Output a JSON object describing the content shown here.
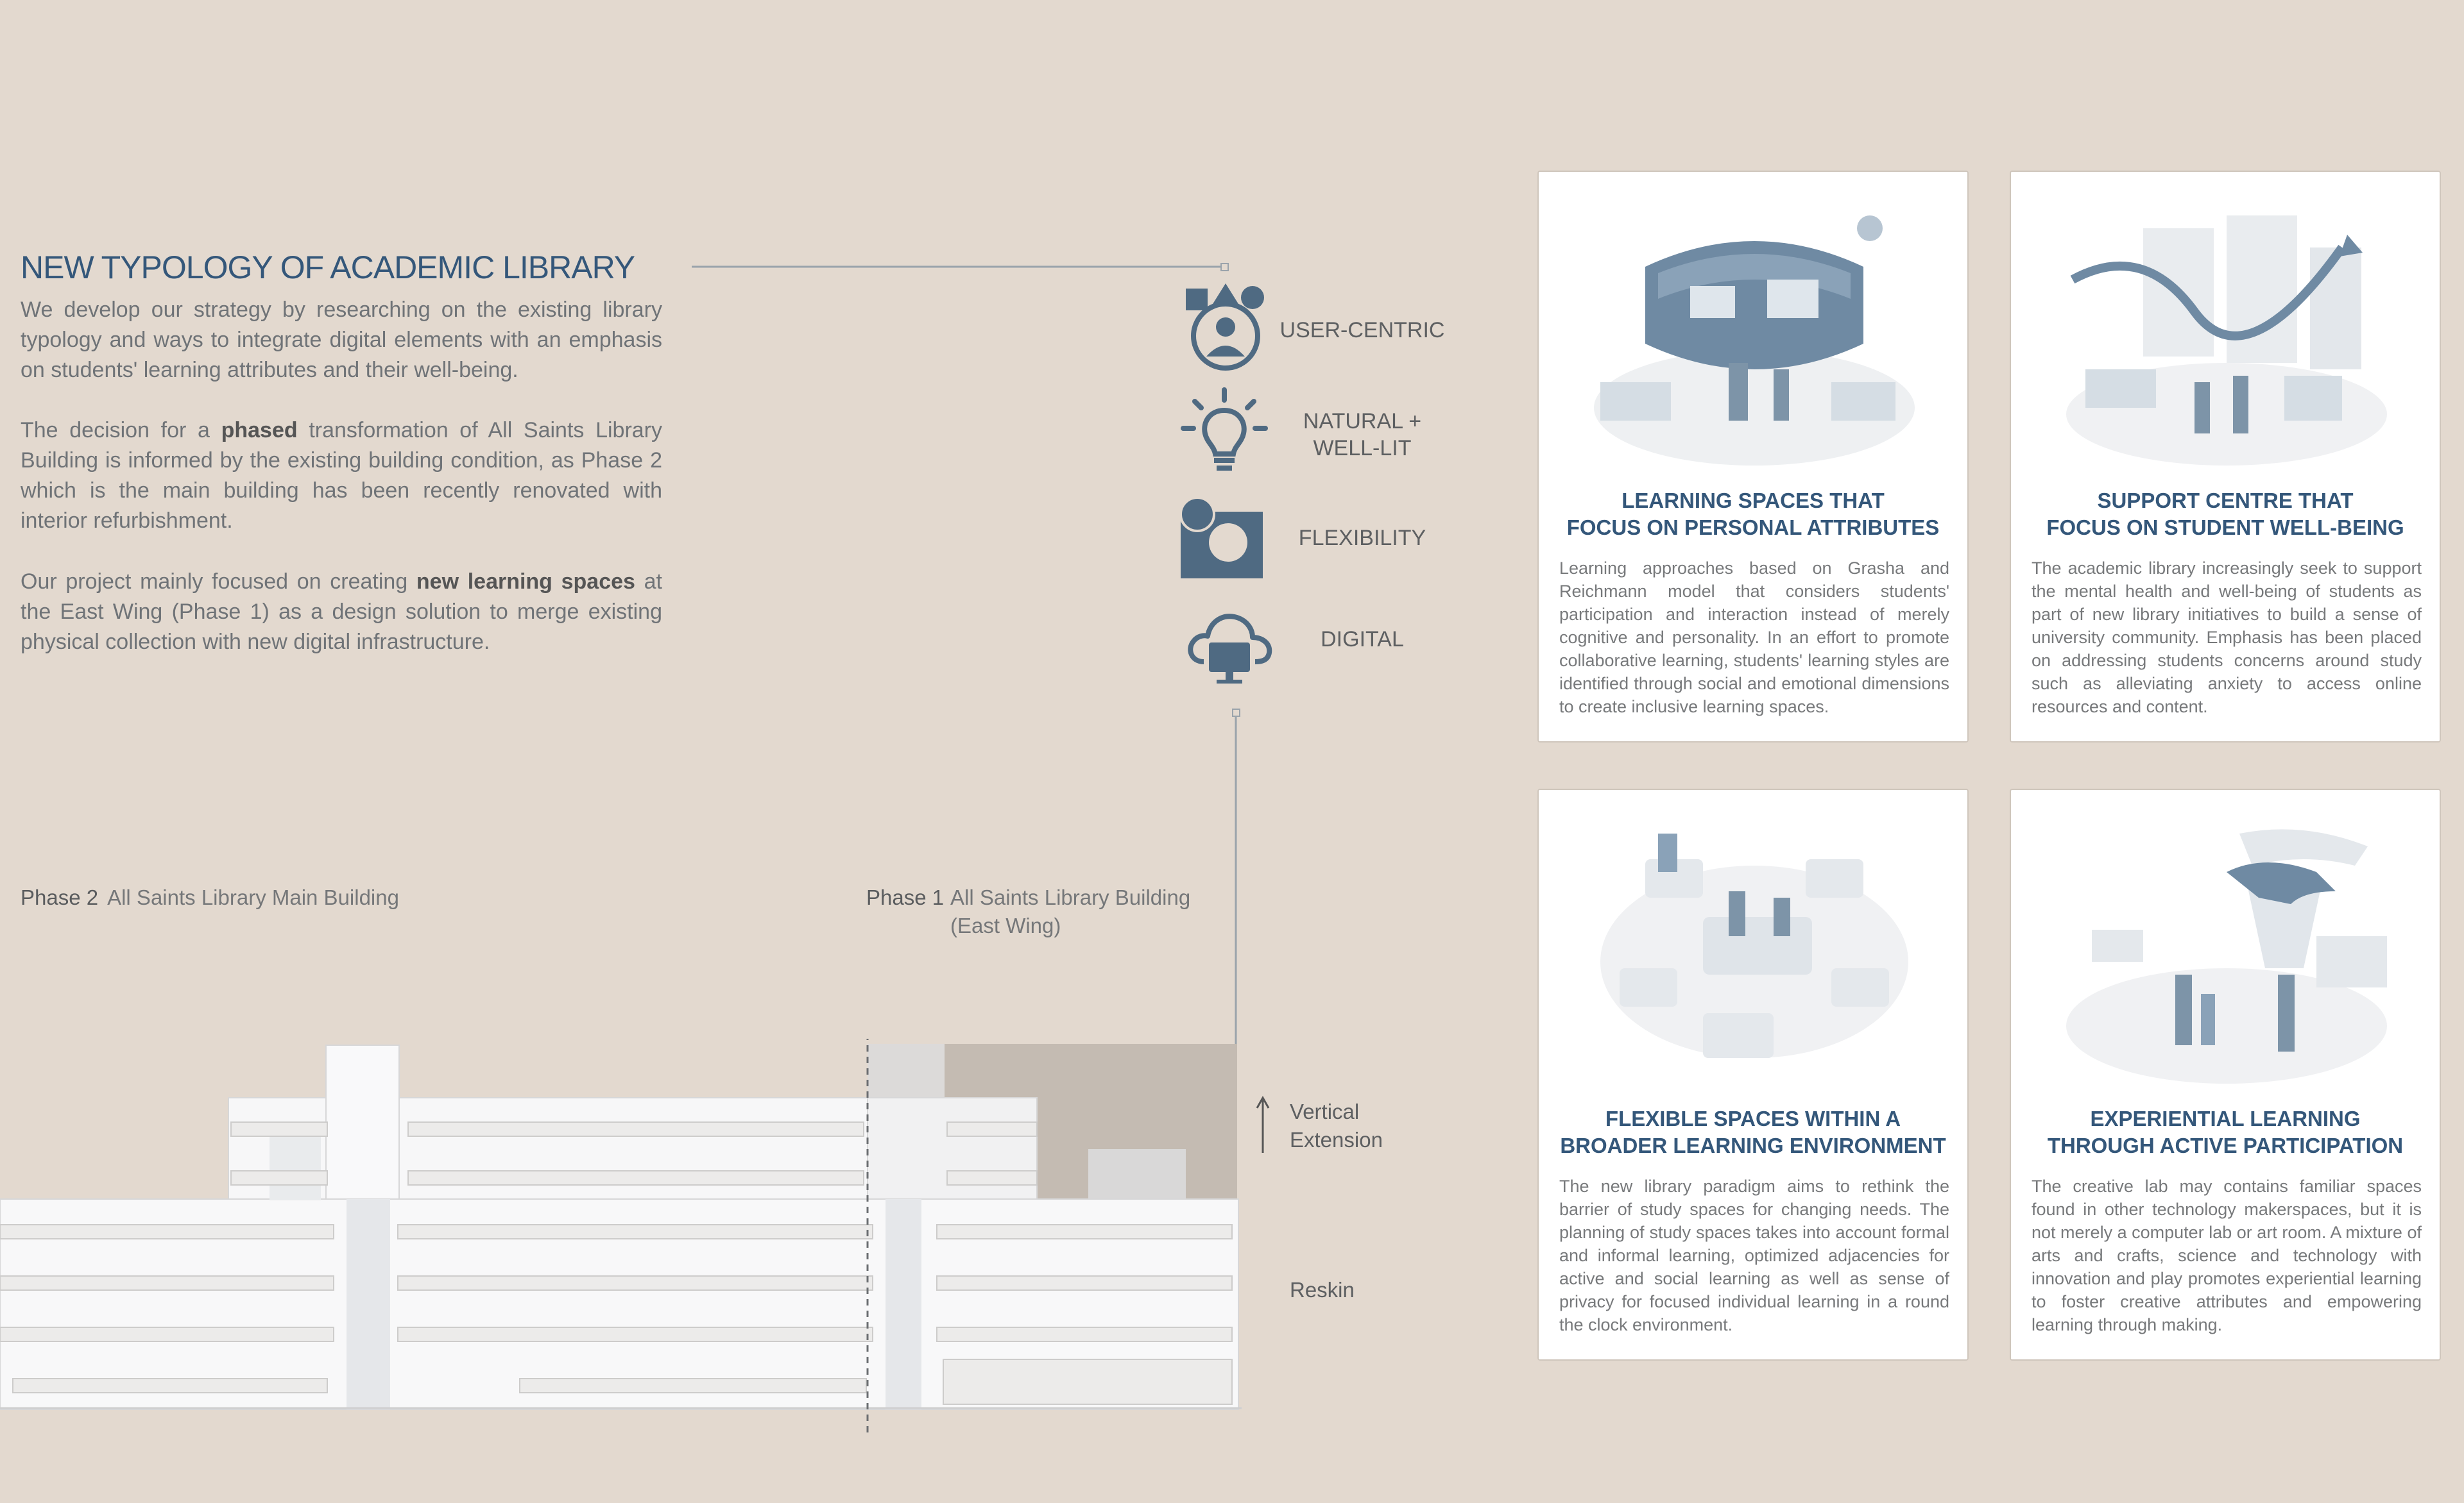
{
  "intro": {
    "title": "NEW TYPOLOGY OF ACADEMIC LIBRARY",
    "p1": "We develop our strategy by researching on the existing library typology and ways to integrate digital elements with an emphasis on students' learning attributes and their well-being.",
    "p2_a": "The decision for a ",
    "p2_bold": "phased",
    "p2_b": " transformation of All Saints Library Building is informed by the existing building condition, as Phase 2 which is the main building has been recently renovated with interior refurbishment.",
    "p3_a": "Our project mainly focused on creating ",
    "p3_bold": "new learning spaces",
    "p3_b": " at the East Wing (Phase 1) as a design solution to merge existing physical collection with new digital infrastructure."
  },
  "principles": [
    {
      "label": "USER-CENTRIC",
      "icon": "user-centric-icon"
    },
    {
      "label": "NATURAL + WELL-LIT",
      "icon": "lightbulb-icon"
    },
    {
      "label": "FLEXIBILITY",
      "icon": "flexibility-icon"
    },
    {
      "label": "DIGITAL",
      "icon": "cloud-computer-icon"
    }
  ],
  "phases": {
    "phase2_num": "Phase 2",
    "phase2_name": "All Saints Library Main Building",
    "phase1_num": "Phase 1",
    "phase1_name_line1": "All Saints Library Building",
    "phase1_name_line2": "(East Wing)"
  },
  "interventions": {
    "vertical_line1": "Vertical",
    "vertical_line2": "Extension",
    "reskin": "Reskin"
  },
  "cards": [
    {
      "title": "LEARNING SPACES THAT\nFOCUS ON PERSONAL ATTRIBUTES",
      "body": "Learning approaches based on Grasha and Reichmann model that considers students' participation and interaction instead of merely cognitive and personality.  In an effort to promote collaborative learning, students'  learning styles are identified through social and emotional dimensions to create inclusive learning spaces."
    },
    {
      "title": "SUPPORT CENTRE THAT\nFOCUS ON STUDENT WELL-BEING",
      "body": "The academic library increasingly seek to support the mental health and well-being of students as part of new library initiatives to build a sense of university community. Emphasis has been placed on addressing students concerns around study such as alleviating anxiety to access online resources and content."
    },
    {
      "title": "FLEXIBLE SPACES WITHIN A\nBROADER LEARNING ENVIRONMENT",
      "body": "The new library paradigm aims to rethink the barrier of study spaces for changing needs. The planning of study spaces takes into account formal and informal learning, optimized adjacencies for active and social learning as well as sense of privacy for focused individual learning in a round the clock environment."
    },
    {
      "title": "EXPERIENTIAL LEARNING\nTHROUGH ACTIVE PARTICIPATION",
      "body": "The creative lab may contains familiar spaces found in other technology makerspaces, but it is not merely a computer lab or art room. A mixture of arts and crafts, science and technology with innovation and play promotes experiential learning to foster creative attributes and empowering learning through making."
    }
  ],
  "colors": {
    "background": "#e3d9cf",
    "accent": "#34577a",
    "icon": "#4f6a82",
    "line": "#9aa3ab"
  }
}
